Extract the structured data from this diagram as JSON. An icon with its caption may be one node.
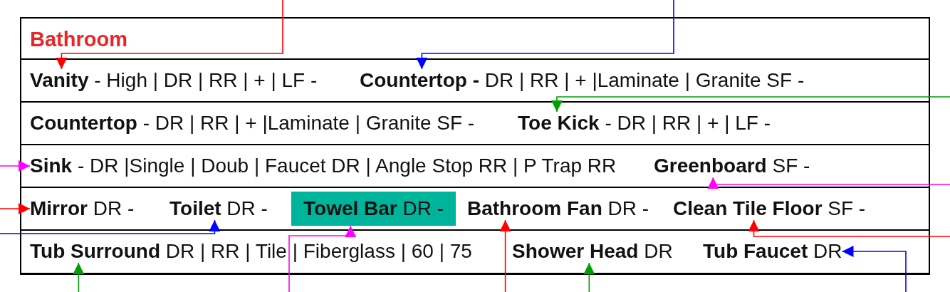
{
  "diagram": {
    "nodes": [
      {
        "text": [
          "Bathroom"
        ]
      },
      {
        "text": [],
        "shape": "box"
      },
      {
        "text": [
          "**Vanity** - High | DR | RR | + | LF -"
        ],
        "in": 1
      },
      {
        "text": [
          "**Countertop -** DR | RR | + |Laminate | Granite SF -"
        ],
        "in": 1
      },
      {
        "text": [],
        "shape": "box"
      },
      {
        "text": [
          "**Countertop** - DR | RR | + |Laminate | Granite SF -"
        ],
        "in": 4
      },
      {
        "text": [
          "**Toe Kick** - DR | RR | + | LF -"
        ],
        "in": 4
      },
      {
        "text": [],
        "shape": "box"
      },
      {
        "text": [
          "**Sink** - DR |Single | Doub | Faucet DR | Angle Stop RR | P Trap RR"
        ],
        "in": 7
      },
      {
        "text": [
          "**Greenboard** SF -"
        ],
        "in": 7
      },
      {
        "text": [],
        "shape": "box"
      },
      {
        "text": [
          "**Mirror** DR -"
        ],
        "in": 10
      },
      {
        "text": [
          "**Toilet** DR -"
        ],
        "in": 10
      },
      {
        "text": [
          "**Towel Bar** DR -"
        ],
        "in": 10
      },
      {
        "text": [
          "**Bathroom Fan** DR -"
        ],
        "in": 10
      },
      {
        "text": [
          "**Clean Tile Floor** SF -"
        ],
        "in": 10
      },
      {
        "text": [],
        "shape": "box"
      },
      {
        "text": [
          "**Tub Surround** DR | RR | Tile | Fiberglass | 60 | 75"
        ],
        "in": 16
      },
      {
        "text": [
          "**Shower Head** DR"
        ],
        "in": 16
      },
      {
        "text": [
          "**Tub Faucet** DR"
        ],
        "in": 16
      }
    ],
    "edges": [
      {
        "from": null,
        "to": 2,
        "arrow": "to",
        "color": "#ff0000"
      },
      {
        "from": null,
        "to": 3,
        "arrow": "to",
        "color": "#0000ff"
      },
      {
        "from": null,
        "to": 6,
        "arrow": "to",
        "color": "#00a000"
      },
      {
        "from": null,
        "to": 8,
        "arrow": "to",
        "color": "#ff00ff"
      },
      {
        "from": null,
        "to": 9,
        "arrow": "to",
        "color": "#ff00ff"
      },
      {
        "from": null,
        "to": 11,
        "arrow": "to",
        "color": "#ff0000"
      },
      {
        "from": null,
        "to": 12,
        "arrow": "to",
        "color": "#0000ff"
      },
      {
        "from": null,
        "to": 13,
        "arrow": "to",
        "color": "#ff00ff"
      },
      {
        "from": null,
        "to": 14,
        "arrow": "to",
        "color": "#ff0000"
      },
      {
        "from": null,
        "to": 15,
        "arrow": "to",
        "color": "#ff0000"
      },
      {
        "from": null,
        "to": 17,
        "arrow": "to",
        "color": "#00a000"
      },
      {
        "from": null,
        "to": 18,
        "arrow": "to",
        "color": "#00a000"
      },
      {
        "from": null,
        "to": 19,
        "arrow": "to",
        "color": "#0000ff"
      }
    ]
  }
}
